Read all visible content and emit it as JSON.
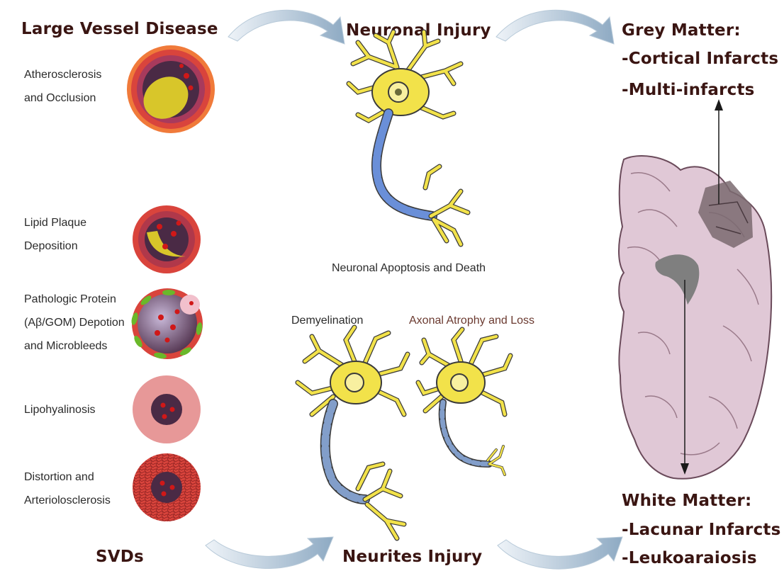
{
  "headings": {
    "large_vessel": "Large Vessel Disease",
    "neuronal_injury": "Neuronal Injury",
    "grey_matter": "Grey Matter:",
    "cortical_infarcts": "-Cortical Infarcts",
    "multi_infarcts": "-Multi-infarcts",
    "svds": "SVDs",
    "neurites_injury": "Neurites Injury",
    "white_matter": "White Matter:",
    "lacunar_infarcts": "-Lacunar Infarcts",
    "leukoaraiosis": "-Leukoaraiosis"
  },
  "vessels": [
    {
      "line1": "Atherosclerosis",
      "line2": "and Occlusion"
    },
    {
      "line1": "Lipid Plaque",
      "line2": "Deposition"
    },
    {
      "line1": "Pathologic Protein",
      "line2": "(Aβ/GOM) Depotion",
      "line3": "and Microbleeds"
    },
    {
      "line1": "Lipohyalinosis"
    },
    {
      "line1": "Distortion and",
      "line2": "Arteriolosclerosis"
    }
  ],
  "captions": {
    "apoptosis": "Neuronal Apoptosis and Death",
    "demyelination": "Demyelination",
    "axonal": "Axonal Atrophy and Loss"
  },
  "colors": {
    "heading": "#3a1512",
    "vessel_wall": "#d9443c",
    "lumen": "#4a2a45",
    "plaque": "#d8c62a",
    "neuron_body": "#f2e24a",
    "myelin": "#6a8fd8",
    "brain": "#e0c8d6",
    "infarct": "#7a6a70",
    "flow_arrow": "#9fb9cf"
  }
}
